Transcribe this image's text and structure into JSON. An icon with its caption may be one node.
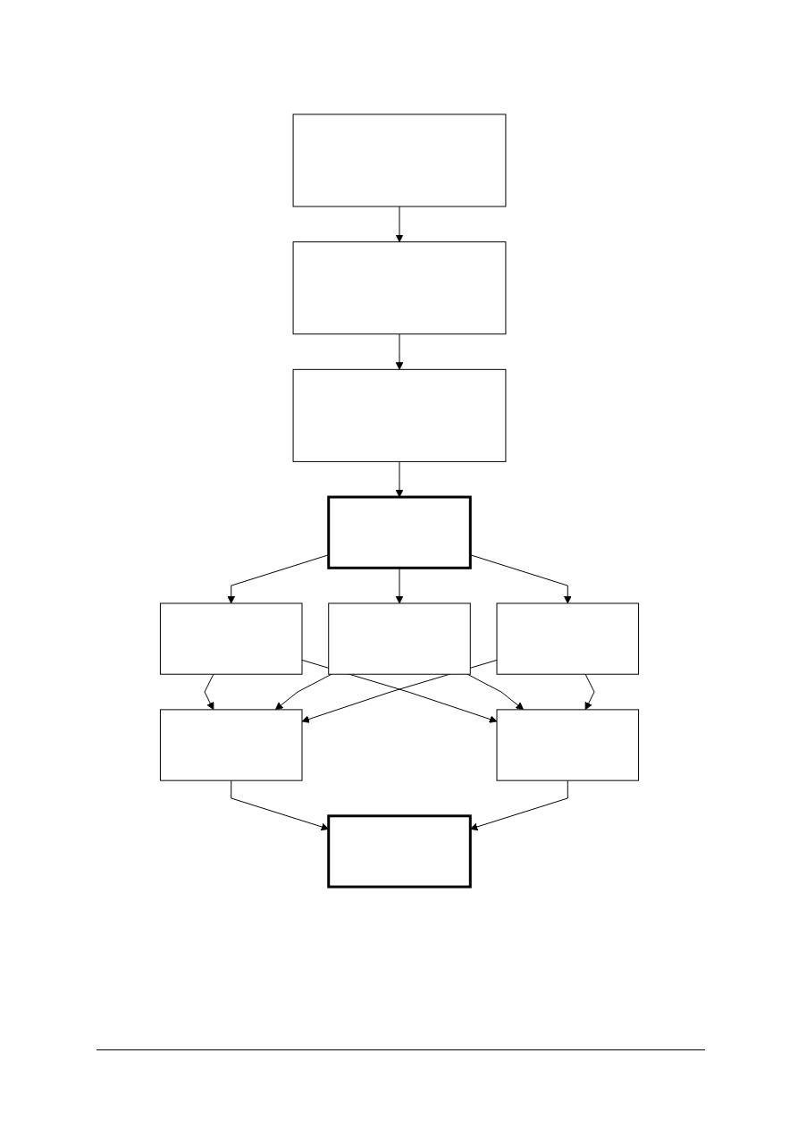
{
  "diagram": {
    "nodes": [
      {
        "text": [],
        "shape": "box"
      },
      {
        "text": [],
        "shape": "box"
      },
      {
        "text": [],
        "shape": "box"
      },
      {
        "text": [],
        "shape": "box"
      },
      {
        "text": [],
        "shape": "box"
      },
      {
        "text": [],
        "shape": "box"
      },
      {
        "text": [],
        "shape": "box"
      },
      {
        "text": [],
        "shape": "box"
      },
      {
        "text": [],
        "shape": "box"
      },
      {
        "text": [],
        "shape": "box"
      }
    ],
    "edges": [
      {
        "from": 0,
        "to": 1,
        "arrow": "to"
      },
      {
        "from": 1,
        "to": 2,
        "arrow": "to"
      },
      {
        "from": 2,
        "to": 3,
        "arrow": "to"
      },
      {
        "from": 3,
        "to": 4,
        "arrow": "to"
      },
      {
        "from": 3,
        "to": 5,
        "arrow": "to"
      },
      {
        "from": 3,
        "to": 6,
        "arrow": "to"
      },
      {
        "from": 4,
        "to": 7,
        "arrow": "to"
      },
      {
        "from": 5,
        "to": 7,
        "arrow": "to"
      },
      {
        "from": 6,
        "to": 7,
        "arrow": "to"
      },
      {
        "from": 4,
        "to": 8,
        "arrow": "to"
      },
      {
        "from": 5,
        "to": 8,
        "arrow": "to"
      },
      {
        "from": 6,
        "to": 8,
        "arrow": "to"
      },
      {
        "from": 7,
        "to": 9,
        "arrow": "to"
      },
      {
        "from": 8,
        "to": 9,
        "arrow": "to"
      }
    ]
  }
}
